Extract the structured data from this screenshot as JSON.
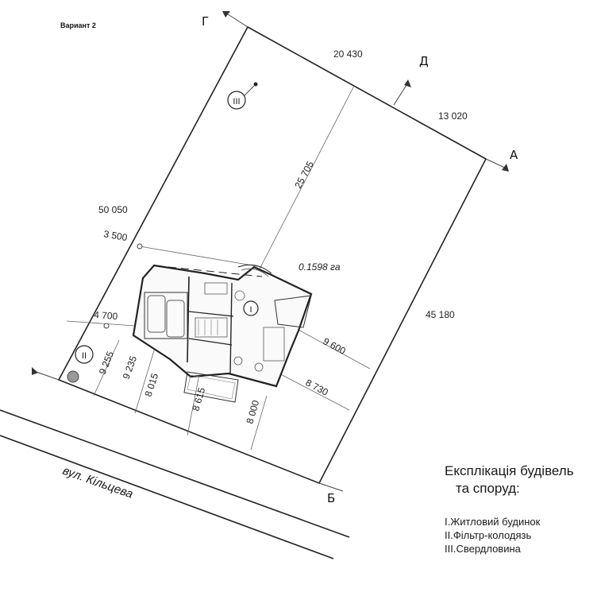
{
  "variant_label": "Вариант 2",
  "corners": {
    "g": "Г",
    "d": "Д",
    "a": "А",
    "b": "Б"
  },
  "dimensions": {
    "top_left": "20 430",
    "top_right": "13 020",
    "diagonal": "25 705",
    "left_side": "50 050",
    "right_side": "45 180",
    "offset_top": "3 500",
    "offset_left": "4 700",
    "house_right_1": "9 600",
    "house_right_2": "8 730",
    "front_1": "9 255",
    "front_2": "9 235",
    "front_3": "8 015",
    "front_4": "8 615",
    "front_5": "8 000"
  },
  "area": "0.1598 га",
  "markers": {
    "house": "I",
    "filter_well": "II",
    "borehole": "III"
  },
  "street": "вул. Кільцева",
  "legend": {
    "title_line1": "Експлікація будівель",
    "title_line2": "та споруд:",
    "items": [
      "I.Житловий будинок",
      "II.Фільтр-колодязь",
      "III.Свердловина"
    ]
  }
}
